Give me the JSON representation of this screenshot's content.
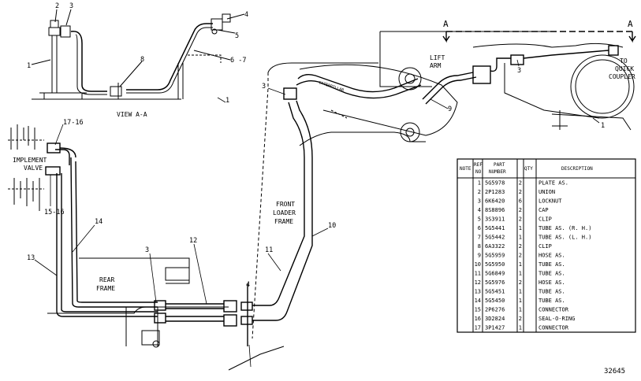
{
  "drawing_number": "32645",
  "labels": {
    "view": "VIEW  A-A",
    "lift_arm_1": "LIFT",
    "lift_arm_2": "ARM",
    "to_quick_1": "TO",
    "to_quick_2": "QUICK",
    "to_quick_3": "COUPLER",
    "implement_1": "IMPLEMENT",
    "implement_2": "VALVE",
    "front_1": "FRONT",
    "front_2": "LOADER",
    "front_3": "FRAME",
    "rear_1": "REAR",
    "rear_2": "FRAME",
    "section_a_left": "A",
    "section_a_right": "A",
    "hose_text": "CATERPILLAR"
  },
  "callouts": {
    "c1a": "1",
    "c1b": "1",
    "c1c": "1",
    "c2": "2",
    "c3a": "3",
    "c3b": "3",
    "c3c": "3",
    "c3d": "3",
    "c4a": "4",
    "c4b": "4",
    "c5": "5",
    "c67": "6 -7",
    "c8": "8",
    "c9": "9",
    "c10": "10",
    "c11": "11",
    "c12": "12",
    "c13": "13",
    "c14": "14",
    "c1516": "15-16",
    "c1716": "17-16"
  },
  "parts_table": {
    "headers": {
      "note": "NOTE",
      "ref_no_1": "REF",
      "ref_no_2": "NO",
      "part_no_1": "PART",
      "part_no_2": "NUMBER",
      "qty": "QTY",
      "desc": "DESCRIPTION"
    },
    "rows": [
      {
        "ref": "1",
        "part": "5G5978",
        "qty": "2",
        "desc": "PLATE AS."
      },
      {
        "ref": "2",
        "part": "2P1283",
        "qty": "2",
        "desc": "UNION"
      },
      {
        "ref": "3",
        "part": "6K6420",
        "qty": "6",
        "desc": "LOCKNUT"
      },
      {
        "ref": "4",
        "part": "8S8896",
        "qty": "2",
        "desc": "CAP"
      },
      {
        "ref": "5",
        "part": "3S3911",
        "qty": "2",
        "desc": "CLIP"
      },
      {
        "ref": "6",
        "part": "5G5441",
        "qty": "1",
        "desc": "TUBE AS. (R. H.)"
      },
      {
        "ref": "7",
        "part": "5G5442",
        "qty": "1",
        "desc": "TUBE AS. (L. H.)"
      },
      {
        "ref": "8",
        "part": "6A3322",
        "qty": "2",
        "desc": "CLIP"
      },
      {
        "ref": "9",
        "part": "5G5959",
        "qty": "2",
        "desc": "HOSE AS."
      },
      {
        "ref": "10",
        "part": "5G5950",
        "qty": "1",
        "desc": "TUBE AS."
      },
      {
        "ref": "11",
        "part": "5G6849",
        "qty": "1",
        "desc": "TUBE AS."
      },
      {
        "ref": "12",
        "part": "5G5976",
        "qty": "2",
        "desc": "HOSE AS."
      },
      {
        "ref": "13",
        "part": "5G5451",
        "qty": "1",
        "desc": "TUBE AS."
      },
      {
        "ref": "14",
        "part": "5G5450",
        "qty": "1",
        "desc": "TUBE AS."
      },
      {
        "ref": "15",
        "part": "2P6276",
        "qty": "1",
        "desc": "CONNECTOR"
      },
      {
        "ref": "16",
        "part": "3D2824",
        "qty": "2",
        "desc": "SEAL-O-RING"
      },
      {
        "ref": "17",
        "part": "3P1427",
        "qty": "1",
        "desc": "CONNECTOR"
      }
    ]
  }
}
